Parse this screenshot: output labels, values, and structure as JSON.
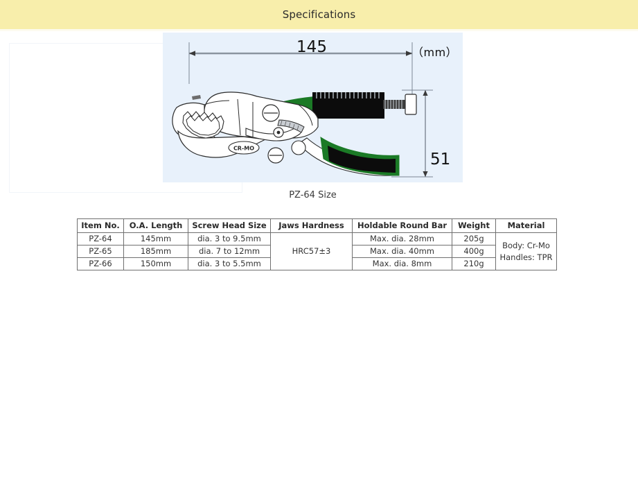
{
  "header": {
    "title": "Specifications",
    "band_color": "#f8eeab"
  },
  "diagram": {
    "caption": "PZ-64 Size",
    "panel_color": "#e8f1fb",
    "unit_label": "（mm）",
    "width_dimension": "145",
    "height_dimension": "51",
    "product_marking": "CR-MO",
    "handle_color": "#1b7a26",
    "grip_color": "#0c0c0c",
    "body_color": "#ffffff"
  },
  "table": {
    "headers": [
      "Item No.",
      "O.A. Length",
      "Screw Head Size",
      "Jaws Hardness",
      "Holdable Round Bar",
      "Weight",
      "Material"
    ],
    "rows": [
      {
        "item_no": "PZ-64",
        "oa_length": "145mm",
        "screw_head_size": "dia. 3 to 9.5mm",
        "holdable_round_bar": "Max. dia. 28mm",
        "weight": "205g"
      },
      {
        "item_no": "PZ-65",
        "oa_length": "185mm",
        "screw_head_size": "dia. 7 to 12mm",
        "holdable_round_bar": "Max. dia. 40mm",
        "weight": "400g"
      },
      {
        "item_no": "PZ-66",
        "oa_length": "150mm",
        "screw_head_size": "dia. 3 to 5.5mm",
        "holdable_round_bar": "Max. dia. 8mm",
        "weight": "210g"
      }
    ],
    "jaws_hardness": "HRC57±3",
    "material_body": "Body: Cr-Mo",
    "material_handles": "Handles: TPR"
  }
}
